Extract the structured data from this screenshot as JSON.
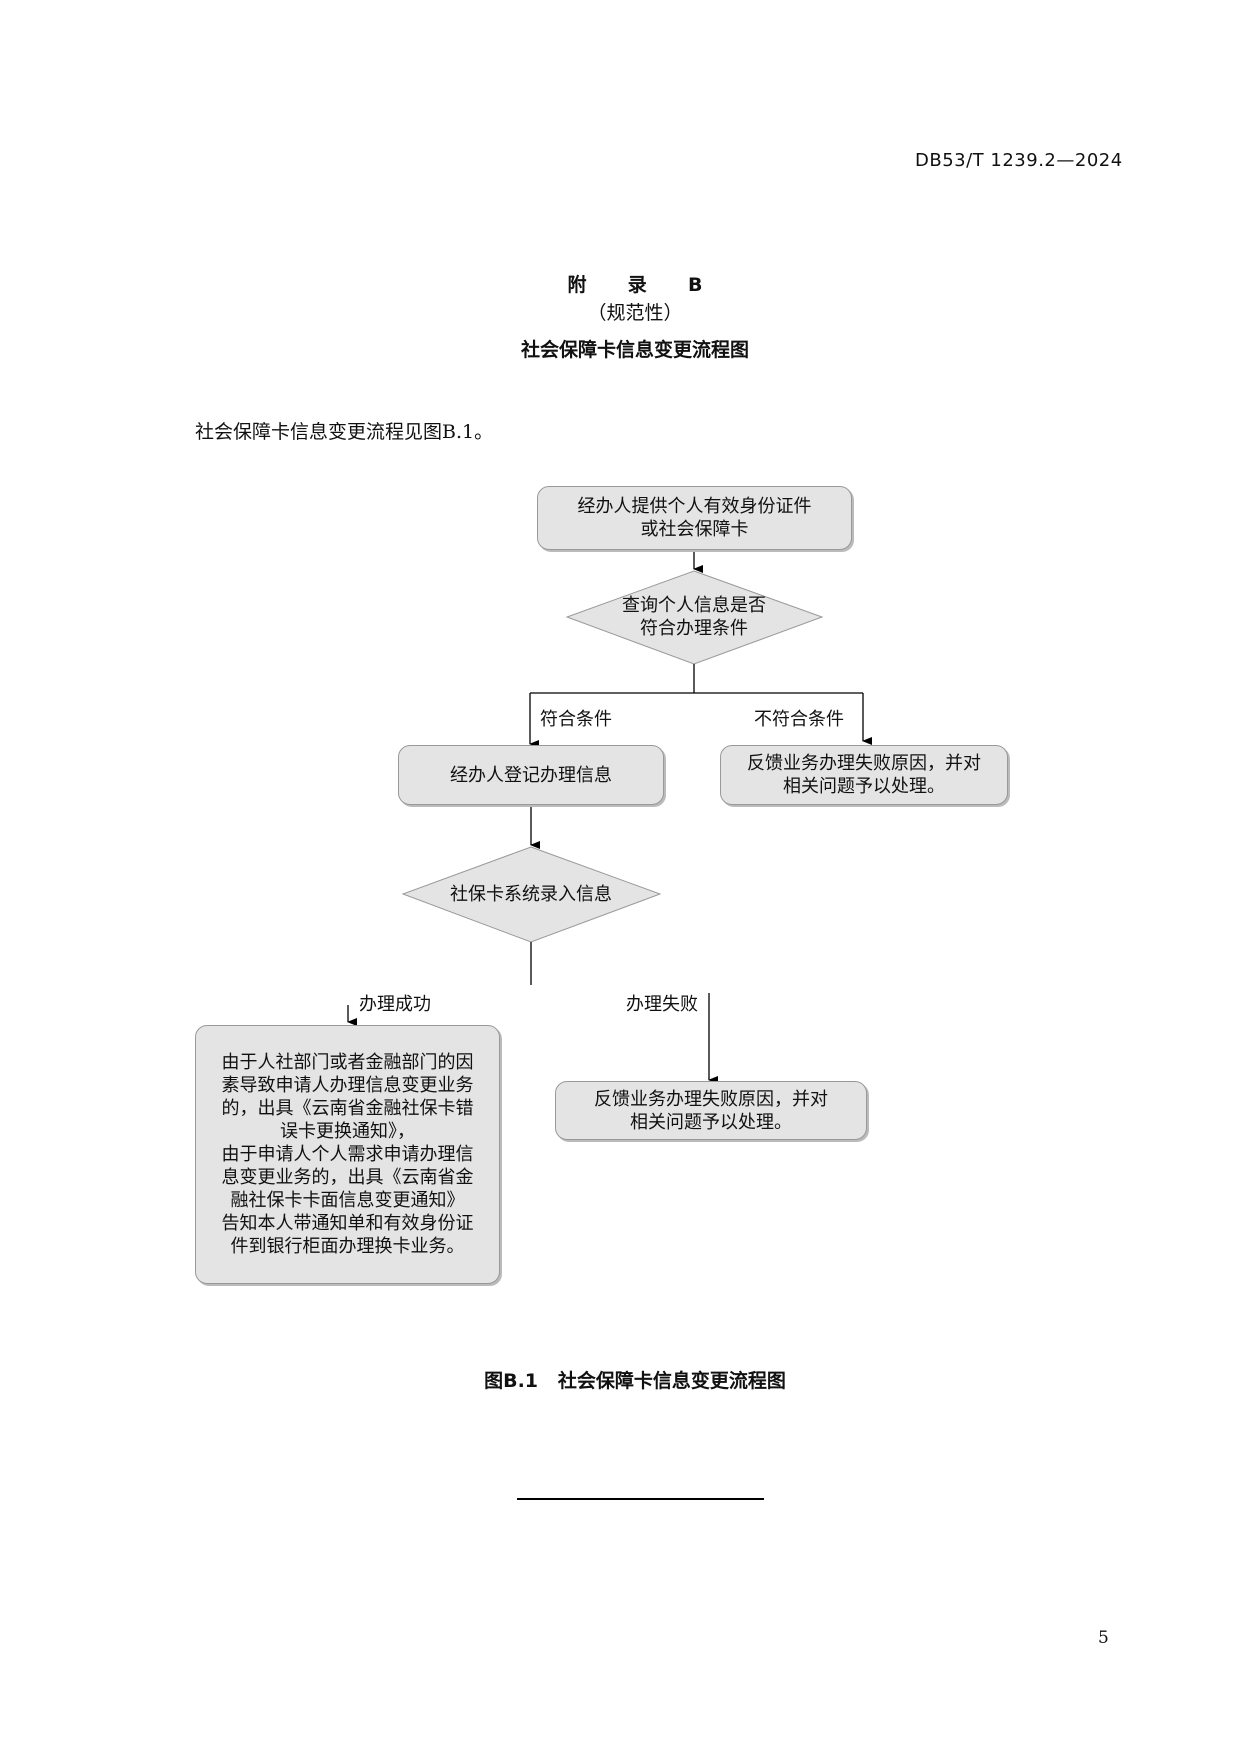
{
  "header": {
    "doc_code": "DB53/T 1239.2—2024"
  },
  "appendix": {
    "title": "附  录  B",
    "type": "（规范性）",
    "heading": "社会保障卡信息变更流程图"
  },
  "intro": "社会保障卡信息变更流程见图B.1。",
  "flowchart": {
    "start_box": [
      "经办人提供个人有效身份证件",
      "或社会保障卡"
    ],
    "decision1": [
      "查询个人信息是否",
      "符合办理条件"
    ],
    "branch_yes_label": "符合条件",
    "branch_no_label": "不符合条件",
    "register_box": "经办人登记办理信息",
    "fail_box1": [
      "反馈业务办理失败原因，并对",
      "相关问题予以处理。"
    ],
    "decision2": "社保卡系统录入信息",
    "success_label": "办理成功",
    "failure_label": "办理失败",
    "success_box": [
      "由于人社部门或者金融部门的因",
      "素导致申请人办理信息变更业务",
      "的，出具《云南省金融社保卡错",
      "误卡更换通知》，",
      "由于申请人个人需求申请办理信",
      "息变更业务的，出具《云南省金",
      "融社保卡卡面信息变更通知》",
      "告知本人带通知单和有效身份证",
      "件到银行柜面办理换卡业务。"
    ],
    "fail_box2": [
      "反馈业务办理失败原因，并对",
      "相关问题予以处理。"
    ]
  },
  "caption": "图B.1   社会保障卡信息变更流程图",
  "page_number": "5"
}
